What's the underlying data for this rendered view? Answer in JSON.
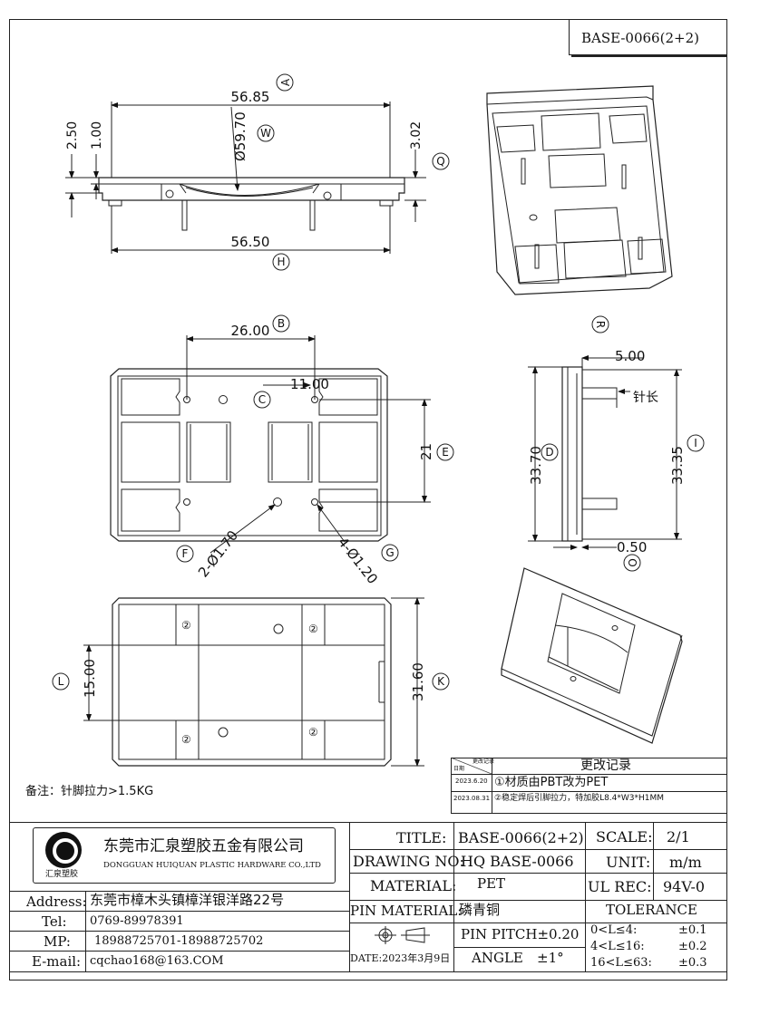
{
  "drawing_id": "BASE-0066(2+2)",
  "dims": {
    "front_top": "56.85",
    "front_bottom": "56.50",
    "dia_arc": "Ø59.70",
    "left_a": "2.50",
    "left_b": "1.00",
    "right_h": "3.02",
    "top_26": "26.00",
    "top_11": "11.00",
    "top_21": "21",
    "hole_2": "2-Ø1.70",
    "hole_4": "4-Ø1.20",
    "side_5": "5.00",
    "side_3370": "33.70",
    "side_3335": "33.35",
    "side_050": "0.50",
    "pin_len": "针长",
    "bot_15": "15.00",
    "bot_3160": "31.60"
  },
  "balloons": {
    "A": "A",
    "W": "W",
    "Q": "Q",
    "H": "H",
    "B": "B",
    "C": "C",
    "E": "E",
    "F": "F",
    "G": "G",
    "R": "R",
    "D": "D",
    "I": "I",
    "O": "O",
    "L": "L",
    "K": "K"
  },
  "circled_two": "②",
  "note": "备注：针脚拉力>1.5KG",
  "revision": {
    "title": "更改记录",
    "corner_top": "更改记录",
    "corner_bottom": "日期",
    "rows": [
      {
        "date": "2023.6.20",
        "text": "①材质由PBT改为PET"
      },
      {
        "date": "2023.08.31",
        "text": "②稳定焊后引脚拉力，特加胶L8.4*W3*H1MM"
      }
    ]
  },
  "company": {
    "logo_caption": "汇泉塑胶",
    "name_cn": "东莞市汇泉塑胶五金有限公司",
    "name_en": "DONGGUAN HUIQUAN PLASTIC HARDWARE CO.,LTD"
  },
  "contact": {
    "address_label": "Address:",
    "address": "东莞市樟木头镇樟洋银洋路22号",
    "tel_label": "Tel:",
    "tel": "0769-89978391",
    "mp_label": "MP:",
    "mp": "18988725701-18988725702",
    "email_label": "E-mail:",
    "email": "cqchao168@163.COM"
  },
  "title_block": {
    "title_label": "TITLE:",
    "title": "BASE-0066(2+2)",
    "drawing_no_label": "DRAWING NO:",
    "drawing_no": "HQ BASE-0066",
    "material_label": "MATERIAL:",
    "material": "PET",
    "pin_material_label": "PIN MATERIAL:",
    "pin_material": "磷青铜",
    "date": "DATE:2023年3月9日",
    "scale_label": "SCALE:",
    "scale": "2/1",
    "unit_label": "UNIT:",
    "unit": "m/m",
    "ul_label": "UL REC:",
    "ul": "94V-0",
    "pin_pitch": "PIN PITCH±0.20",
    "angle_label": "ANGLE",
    "angle": "±1°",
    "tolerance": "TOLERANCE",
    "tol_rows": [
      {
        "range": "0<L≤4:",
        "val": "±0.1"
      },
      {
        "range": "4<L≤16:",
        "val": "±0.2"
      },
      {
        "range": "16<L≤63:",
        "val": "±0.3"
      }
    ]
  }
}
